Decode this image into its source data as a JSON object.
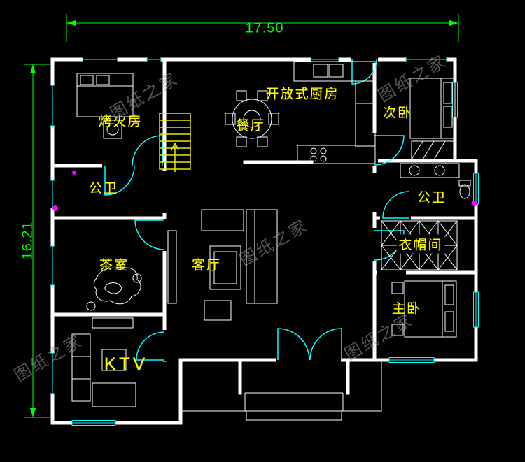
{
  "drawing": {
    "type": "residential-floor-plan",
    "background": "#000000"
  },
  "colors": {
    "walls": "#ffffff",
    "doors_windows": "#00ffff",
    "room_labels": "#ffff00",
    "dimensions": "#00ff00",
    "stairs": "#e8e800",
    "plumbing_marker": "#ff00ff",
    "watermark": "#9a9a9a"
  },
  "dimensions": {
    "width_label": "17.50",
    "height_label": "16.21"
  },
  "watermark": {
    "text": "图纸之家"
  },
  "rooms": [
    {
      "id": "fire-room",
      "label": "烤火房"
    },
    {
      "id": "dining-room",
      "label": "餐厅"
    },
    {
      "id": "open-kitchen",
      "label": "开放式厨房"
    },
    {
      "id": "secondary-bedroom",
      "label": "次卧"
    },
    {
      "id": "bathroom-left",
      "label": "公卫"
    },
    {
      "id": "bathroom-right",
      "label": "公卫"
    },
    {
      "id": "tea-room",
      "label": "茶室"
    },
    {
      "id": "living-room",
      "label": "客厅"
    },
    {
      "id": "cloakroom",
      "label": "衣帽间"
    },
    {
      "id": "master-bedroom",
      "label": "主卧"
    },
    {
      "id": "ktv-room",
      "label": "KTV"
    }
  ]
}
